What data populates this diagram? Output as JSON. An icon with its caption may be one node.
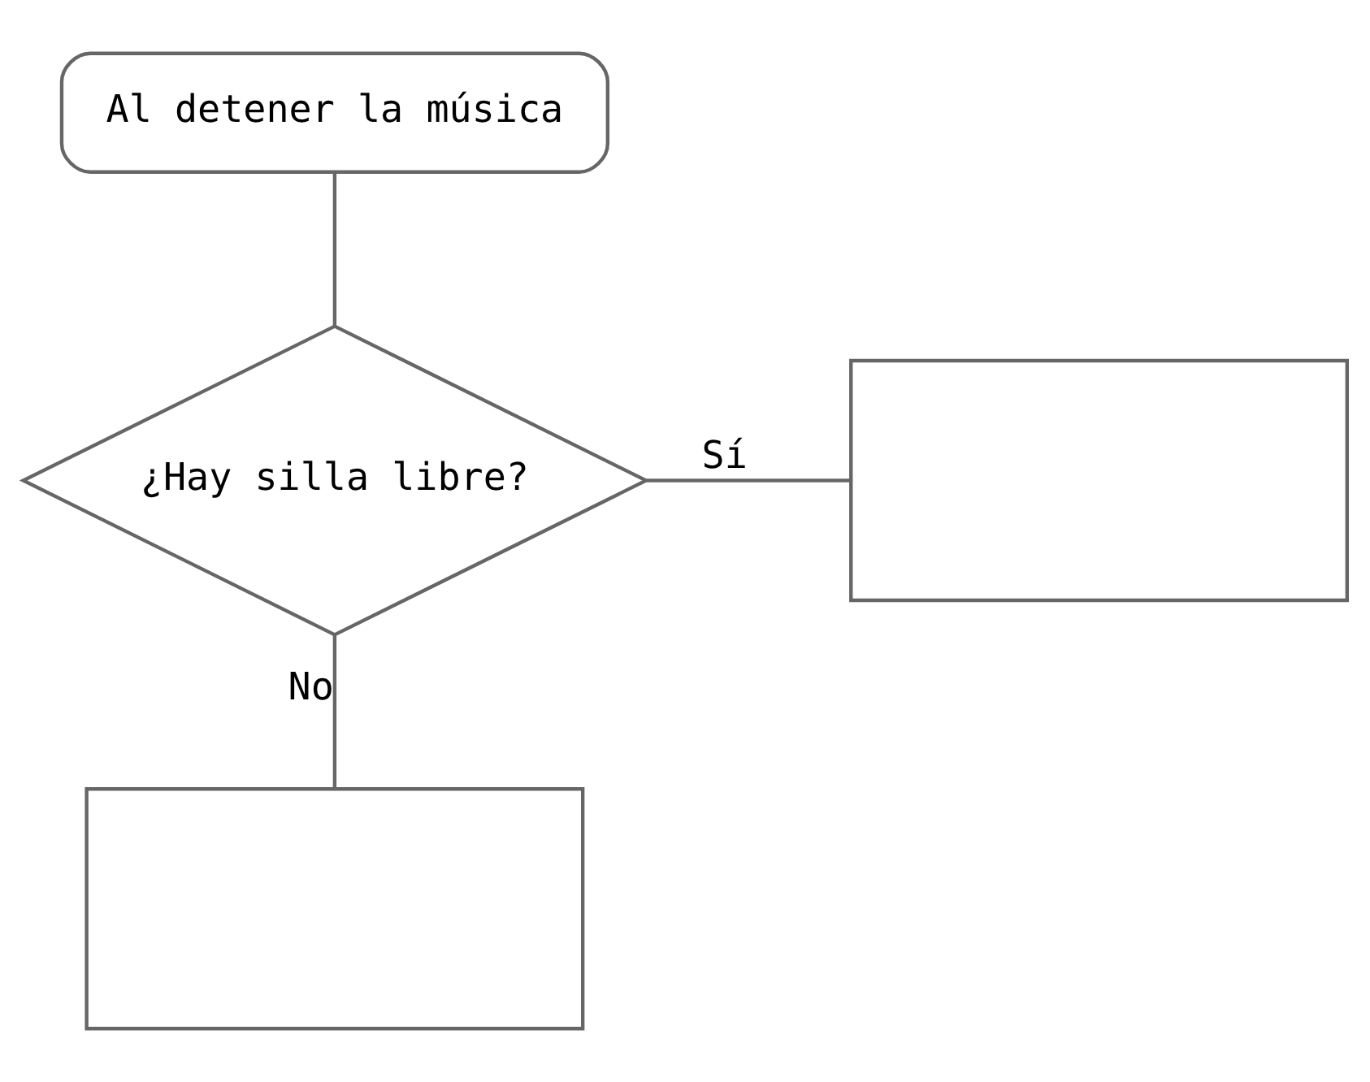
{
  "diagram": {
    "nodes": [
      {
        "text": [
          "Al detener la música"
        ]
      },
      {
        "text": [
          "¿Hay silla libre?"
        ]
      },
      {
        "text": [],
        "shape": "box"
      },
      {
        "text": [],
        "shape": "box"
      }
    ],
    "edges": [
      {
        "from": 0,
        "to": 1,
        "arrow": "none"
      },
      {
        "from": 1,
        "to": 2,
        "arrow": "none",
        "label": "Sí"
      },
      {
        "from": 1,
        "to": 3,
        "arrow": "none",
        "label": "No"
      }
    ]
  }
}
